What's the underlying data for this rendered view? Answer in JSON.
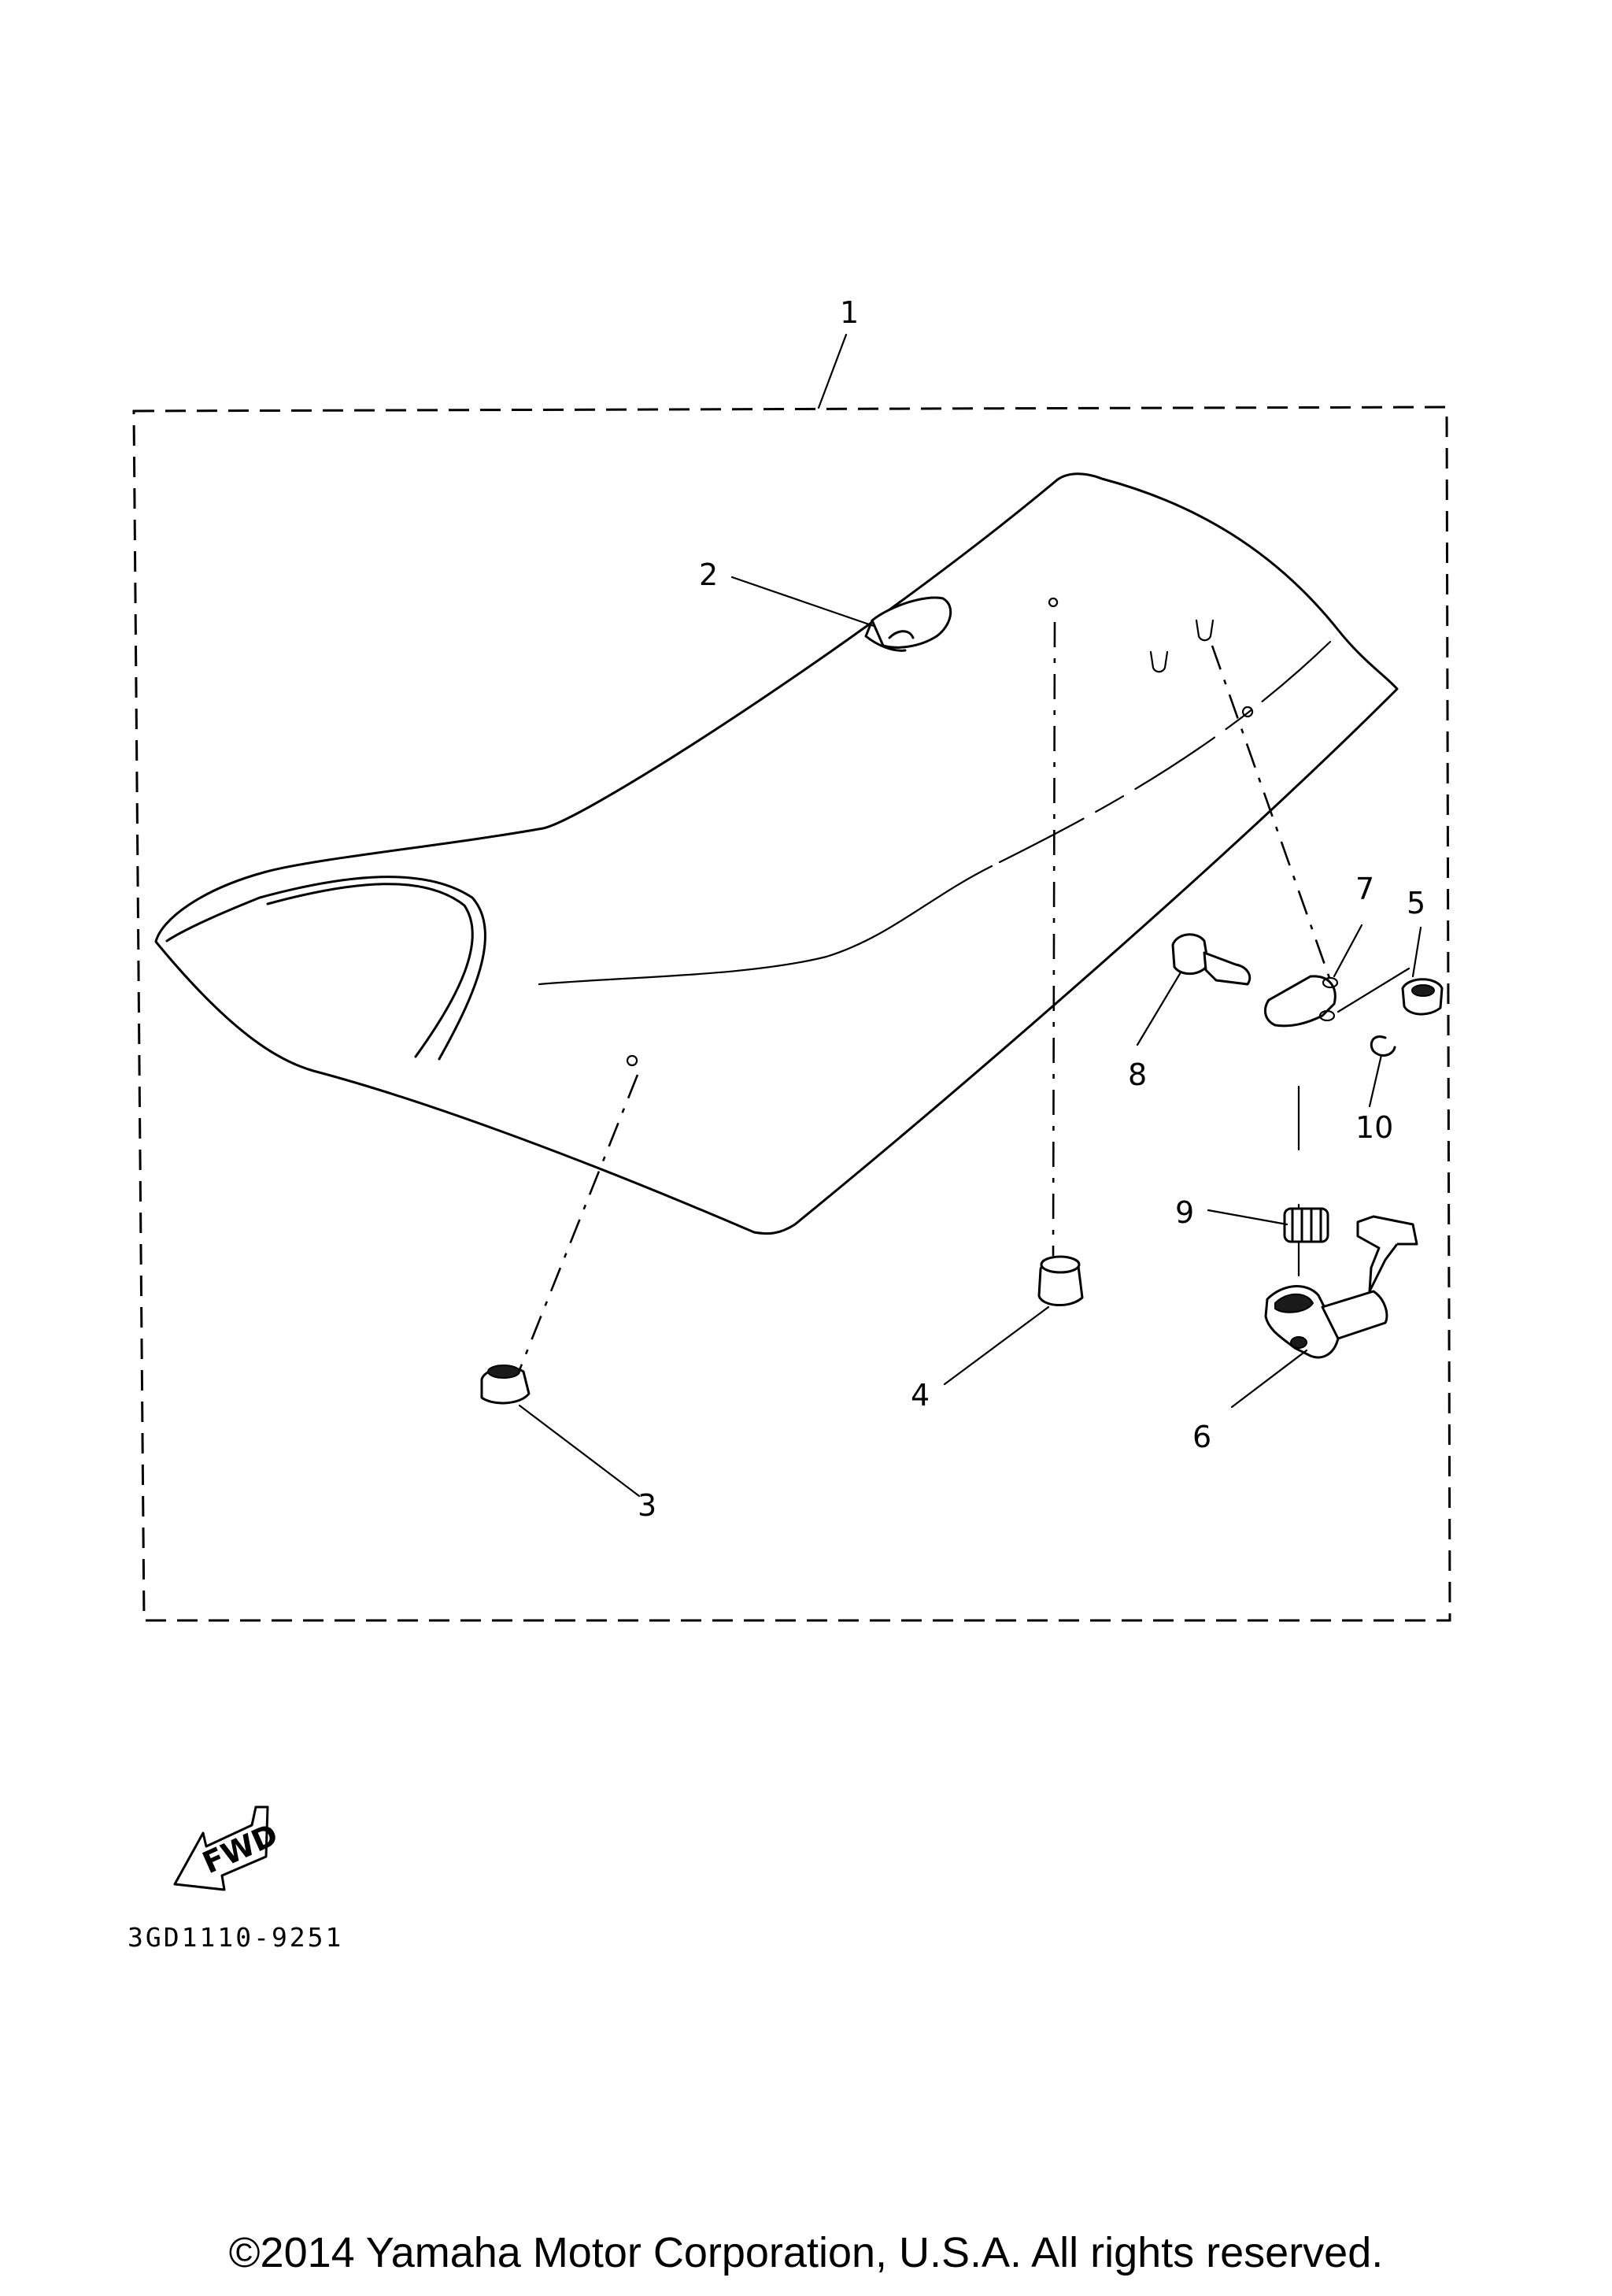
{
  "callouts": [
    {
      "id": "1",
      "label": "1"
    },
    {
      "id": "2",
      "label": "2"
    },
    {
      "id": "3",
      "label": "3"
    },
    {
      "id": "4",
      "label": "4"
    },
    {
      "id": "5",
      "label": "5"
    },
    {
      "id": "6",
      "label": "6"
    },
    {
      "id": "7",
      "label": "7"
    },
    {
      "id": "8",
      "label": "8"
    },
    {
      "id": "9",
      "label": "9"
    },
    {
      "id": "10",
      "label": "10"
    }
  ],
  "fwd_label": "FWD",
  "diagram_code": "3GD1110-9251",
  "copyright": "©2014 Yamaha Motor Corporation, U.S.A. All rights reserved."
}
